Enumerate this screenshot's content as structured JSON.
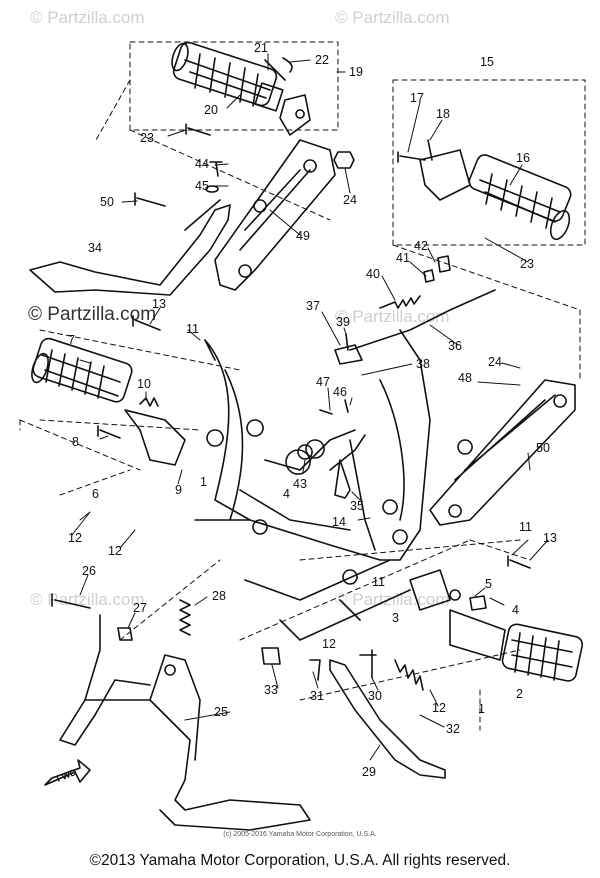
{
  "watermarks": {
    "top_left": "© Partzilla.com",
    "top_center": "© Partzilla.com",
    "mid_left": "© Partzilla.com",
    "mid_center": "© Partzilla.com",
    "low_left": "© Partzilla.com",
    "low_center": "© Partzilla.com"
  },
  "part_numbers": [
    "1",
    "2",
    "3",
    "4",
    "5",
    "6",
    "7",
    "8",
    "9",
    "10",
    "11",
    "12",
    "13",
    "14",
    "15",
    "16",
    "17",
    "18",
    "19",
    "20",
    "21",
    "22",
    "23",
    "24",
    "25",
    "26",
    "27",
    "28",
    "29",
    "30",
    "31",
    "32",
    "33",
    "34",
    "35",
    "36",
    "37",
    "38",
    "39",
    "40",
    "41",
    "42",
    "43",
    "44",
    "45",
    "46",
    "47",
    "48",
    "49",
    "50"
  ],
  "fwd_label": "FWD",
  "small_copyright": "(c) 2005-2016 Yamaha Motor Corporation, U.S.A.",
  "footer": "©2013 Yamaha Motor Corporation, U.S.A. All rights reserved."
}
